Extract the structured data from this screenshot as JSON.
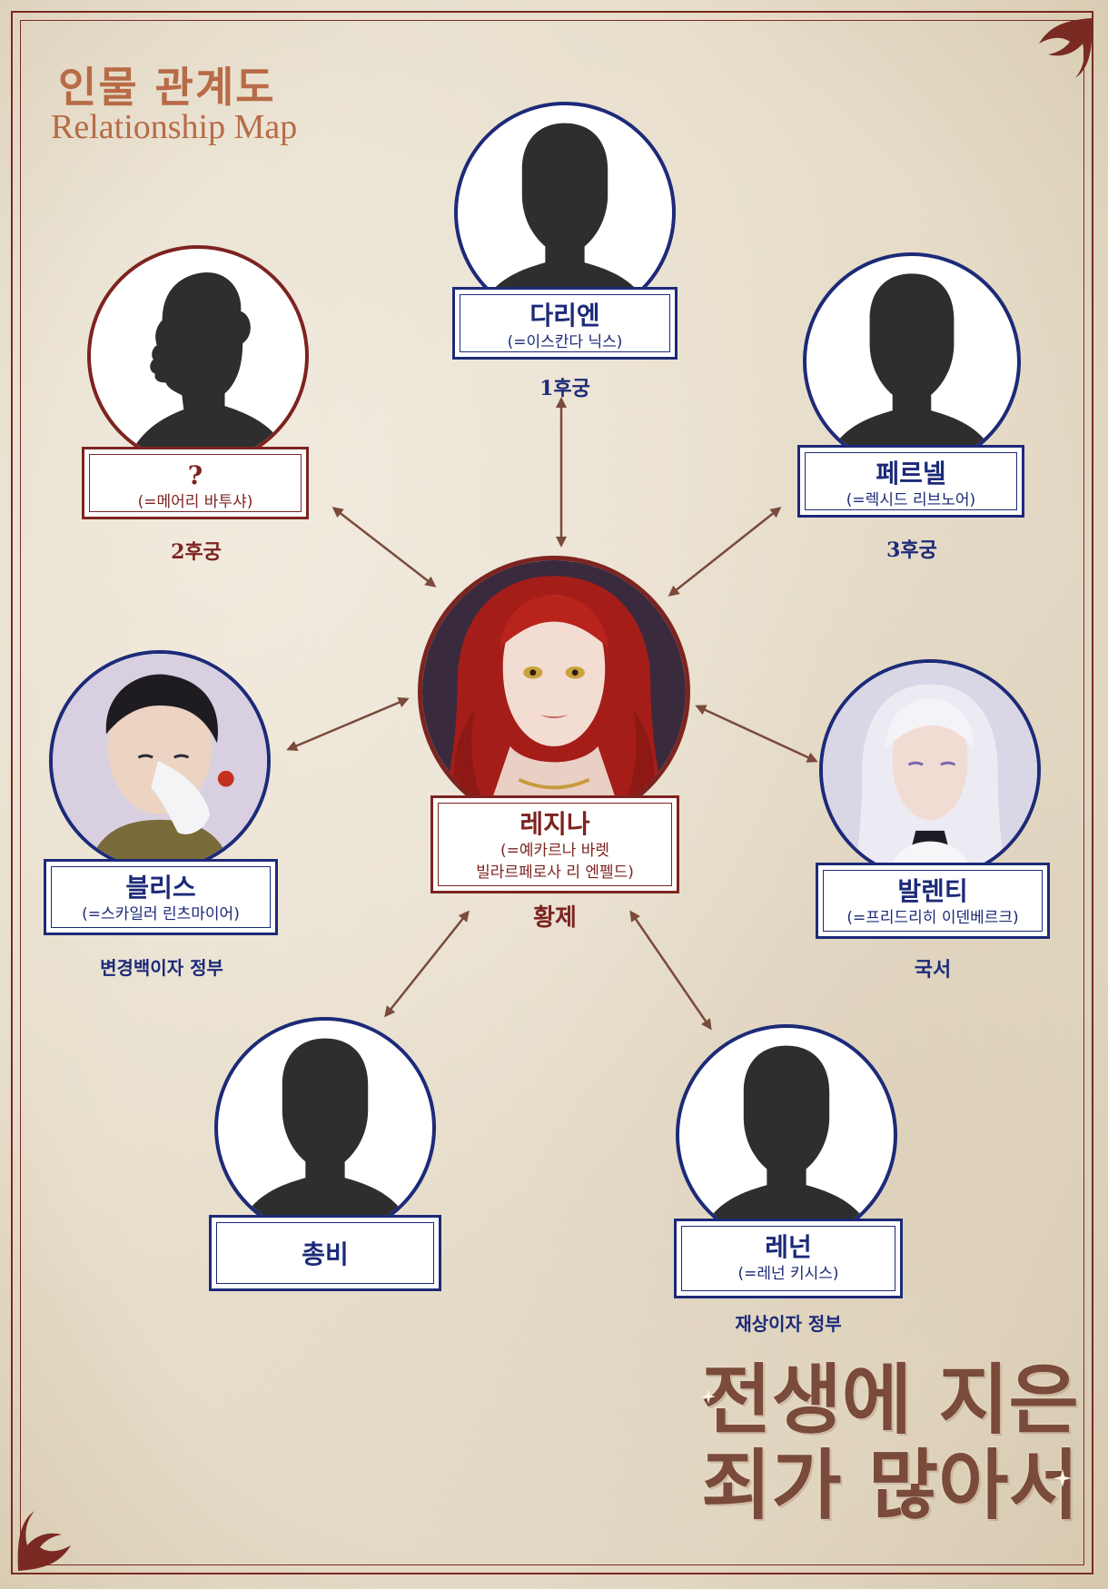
{
  "header": {
    "title_kr": "인물 관계도",
    "title_en": "Relationship Map"
  },
  "characters": {
    "darien": {
      "name": "다리엔",
      "alias": "(=이스칸다 닉스)",
      "role": "1후궁",
      "image": "silhouette-man-icon"
    },
    "unknown": {
      "name": "?",
      "alias": "(=메어리 바투샤)",
      "role": "2후궁",
      "image": "silhouette-woman-icon"
    },
    "pernel": {
      "name": "페르넬",
      "alias": "(=렉시드 리브노어)",
      "role": "3후궁",
      "image": "silhouette-man-icon"
    },
    "regina": {
      "name": "레지나",
      "alias_1": "(=예카르나 바렛",
      "alias_2": "빌라르페로사 리 엔펠드)",
      "role": "황제",
      "image": "red-haired-empress-portrait"
    },
    "bliss": {
      "name": "블리스",
      "alias": "(=스카일러 린츠마이어)",
      "role": "변경백이자 정부",
      "image": "dark-haired-man-portrait"
    },
    "valenti": {
      "name": "발렌티",
      "alias": "(=프리드리히 이덴베르크)",
      "role": "국서",
      "image": "white-haired-man-portrait"
    },
    "chongbi": {
      "name": "총비",
      "image": "silhouette-man-icon"
    },
    "renen": {
      "name": "레넌",
      "alias": "(=레넌 키시스)",
      "role": "재상이자 정부",
      "image": "silhouette-man-icon"
    }
  },
  "logo": {
    "line1": "전생에 지은",
    "line2": "죄가 많아서"
  },
  "colors": {
    "blue": "#1c2a78",
    "red": "#7d2420",
    "arrow": "#7a4a3a",
    "background": "#e8dfcd"
  }
}
